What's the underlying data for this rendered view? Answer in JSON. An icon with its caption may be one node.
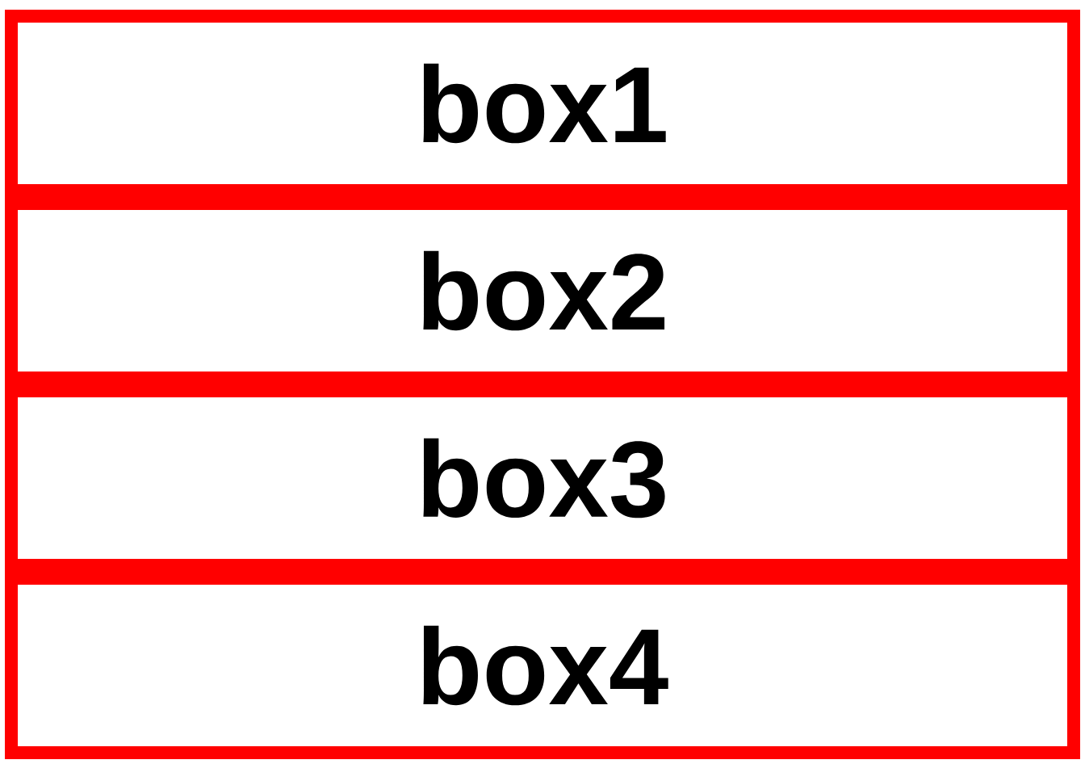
{
  "diagram": {
    "nodes": [
      {
        "text": [
          "box1"
        ]
      },
      {
        "text": [
          "box2"
        ]
      },
      {
        "text": [
          "box3"
        ]
      },
      {
        "text": [
          "box4"
        ]
      }
    ]
  }
}
